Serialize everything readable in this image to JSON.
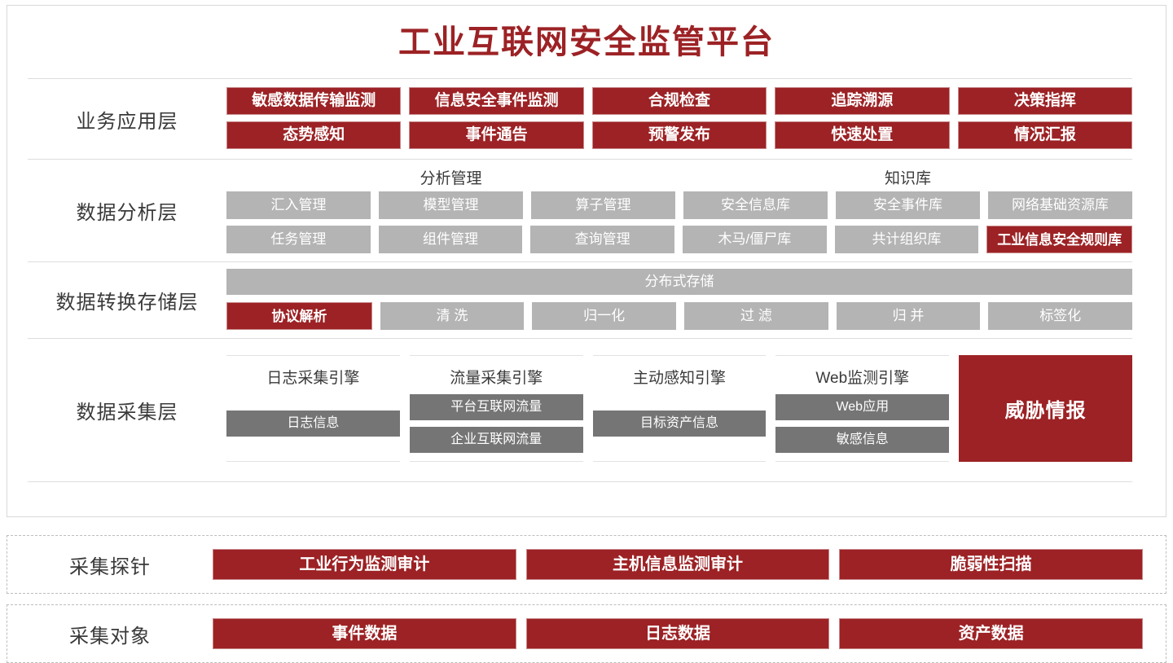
{
  "header": {
    "title": "工业互联网安全监管平台",
    "title_color": "#9c2225"
  },
  "theme": {
    "red": "#9c2225",
    "gray": "#b4b4b4",
    "dark_gray": "#757575",
    "border": "#d8d8d8"
  },
  "layers": [
    {
      "label": "业务应用层",
      "rows": [
        [
          "敏感数据传输监测",
          "信息安全事件监测",
          "合规检查",
          "追踪溯源",
          "决策指挥"
        ],
        [
          "态势感知",
          "事件通告",
          "预警发布",
          "快速处置",
          "情况汇报"
        ]
      ]
    },
    {
      "label": "数据分析层",
      "groups": [
        {
          "title": "分析管理"
        },
        {
          "title": "知识库"
        }
      ],
      "rows": [
        [
          {
            "label": "汇入管理",
            "style": "gray"
          },
          {
            "label": "模型管理",
            "style": "gray"
          },
          {
            "label": "算子管理",
            "style": "gray"
          },
          {
            "label": "安全信息库",
            "style": "gray"
          },
          {
            "label": "安全事件库",
            "style": "gray"
          },
          {
            "label": "网络基础资源库",
            "style": "gray"
          }
        ],
        [
          {
            "label": "任务管理",
            "style": "gray"
          },
          {
            "label": "组件管理",
            "style": "gray"
          },
          {
            "label": "查询管理",
            "style": "gray"
          },
          {
            "label": "木马/僵尸库",
            "style": "gray"
          },
          {
            "label": "共计组织库",
            "style": "gray"
          },
          {
            "label": "工业信息安全规则库",
            "style": "red"
          }
        ]
      ]
    },
    {
      "label": "数据转换存储层",
      "bar": "分布式存储",
      "rows": [
        [
          {
            "label": "协议解析",
            "style": "red"
          },
          {
            "label": "清 洗",
            "style": "gray"
          },
          {
            "label": "归一化",
            "style": "gray"
          },
          {
            "label": "过 滤",
            "style": "gray"
          },
          {
            "label": "归 并",
            "style": "gray"
          },
          {
            "label": "标签化",
            "style": "gray"
          }
        ]
      ]
    },
    {
      "label": "数据采集层",
      "engines": [
        {
          "title": "日志采集引擎",
          "items": [
            "日志信息"
          ]
        },
        {
          "title": "流量采集引擎",
          "items": [
            "平台互联网流量",
            "企业互联网流量"
          ]
        },
        {
          "title": "主动感知引擎",
          "items": [
            "目标资产信息"
          ]
        },
        {
          "title": "Web监测引擎",
          "items": [
            "Web应用",
            "敏感信息"
          ]
        }
      ],
      "highlight": "威胁情报"
    }
  ],
  "probe": {
    "label": "采集探针",
    "items": [
      "工业行为监测审计",
      "主机信息监测审计",
      "脆弱性扫描"
    ]
  },
  "object": {
    "label": "采集对象",
    "items": [
      "事件数据",
      "日志数据",
      "资产数据"
    ]
  }
}
